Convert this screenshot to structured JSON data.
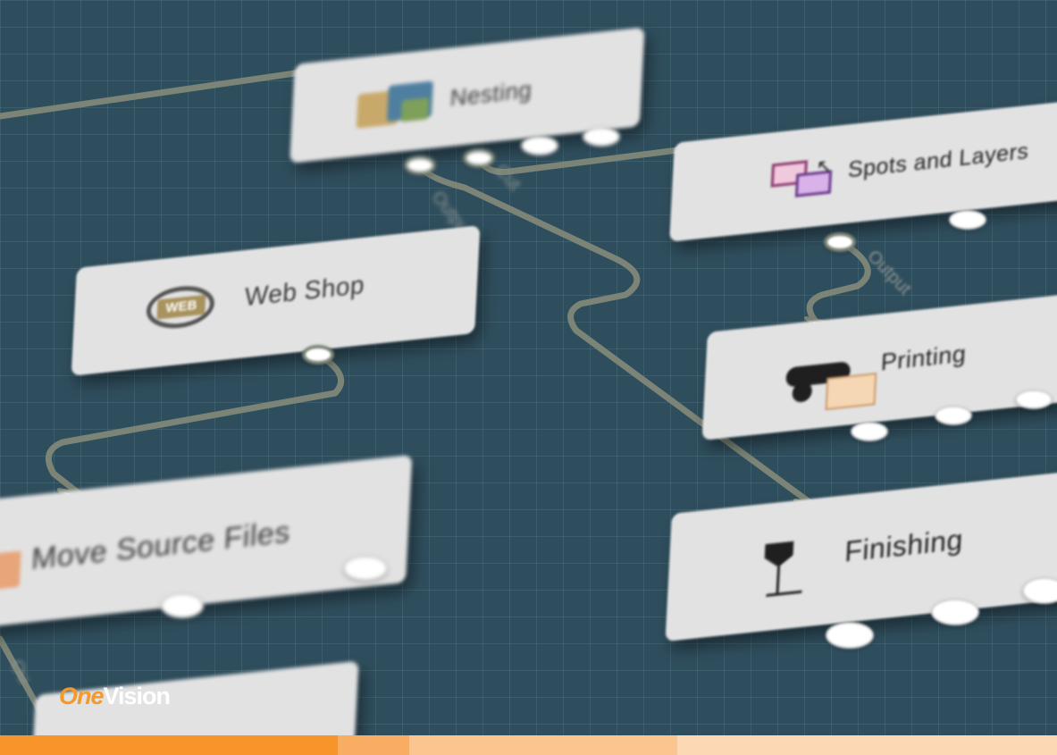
{
  "nodes": {
    "nesting": {
      "title": "Nesting"
    },
    "spots_layers": {
      "title": "Spots and Layers"
    },
    "web_shop": {
      "title": "Web Shop"
    },
    "printing": {
      "title": "Printing"
    },
    "move_source": {
      "title": "Move Source Files"
    },
    "finishing": {
      "title": "Finishing"
    }
  },
  "port_labels": {
    "nesting_output": "Output",
    "nesting_cut": "Cut",
    "spots_output": "Output",
    "move_output": "Ou"
  },
  "brand": {
    "one": "One",
    "vision": "Vision"
  },
  "colors": {
    "canvas": "#2f4e5d",
    "wire": "#7b8476",
    "node": "#e2e2e2",
    "brand_orange": "#f39a2b"
  },
  "footer_colors": [
    "#f7952b",
    "#f9ad62",
    "#fbc58f",
    "#fcd8b4"
  ]
}
